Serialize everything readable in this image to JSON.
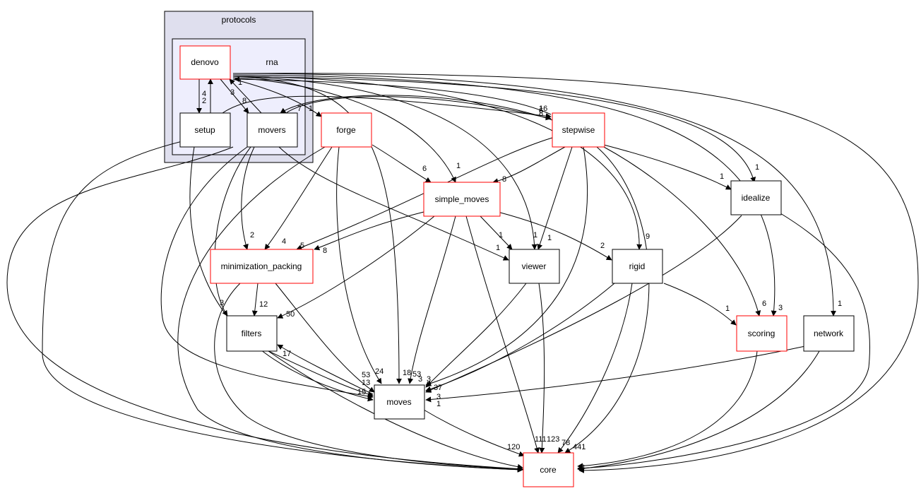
{
  "clusters": {
    "protocols": "protocols",
    "rna": "rna"
  },
  "nodes": {
    "denovo": "denovo",
    "setup": "setup",
    "movers": "movers",
    "forge": "forge",
    "stepwise": "stepwise",
    "simple_moves": "simple_moves",
    "idealize": "idealize",
    "minimization_packing": "minimization_packing",
    "viewer": "viewer",
    "rigid": "rigid",
    "filters": "filters",
    "scoring": "scoring",
    "network": "network",
    "moves": "moves",
    "core": "core"
  },
  "colors": {
    "cluster_outer_fill": "#dfdfee",
    "cluster_inner_fill": "#eeeefd",
    "highlight_border": "#ff0000",
    "normal_border": "#000000"
  },
  "edge_labels": [
    "4",
    "2",
    "3",
    "8",
    "1",
    "7",
    "1",
    "1",
    "16",
    "6",
    "8",
    "1",
    "6",
    "1",
    "8",
    "2",
    "4",
    "5",
    "8",
    "1",
    "1",
    "1",
    "2",
    "9",
    "1",
    "1",
    "3",
    "12",
    "50",
    "53",
    "24",
    "18",
    "53",
    "3",
    "37",
    "3",
    "1",
    "120",
    "111",
    "123",
    "78",
    "441",
    "3",
    "1",
    "6",
    "3",
    "1",
    "17",
    "13",
    "15",
    "3"
  ]
}
